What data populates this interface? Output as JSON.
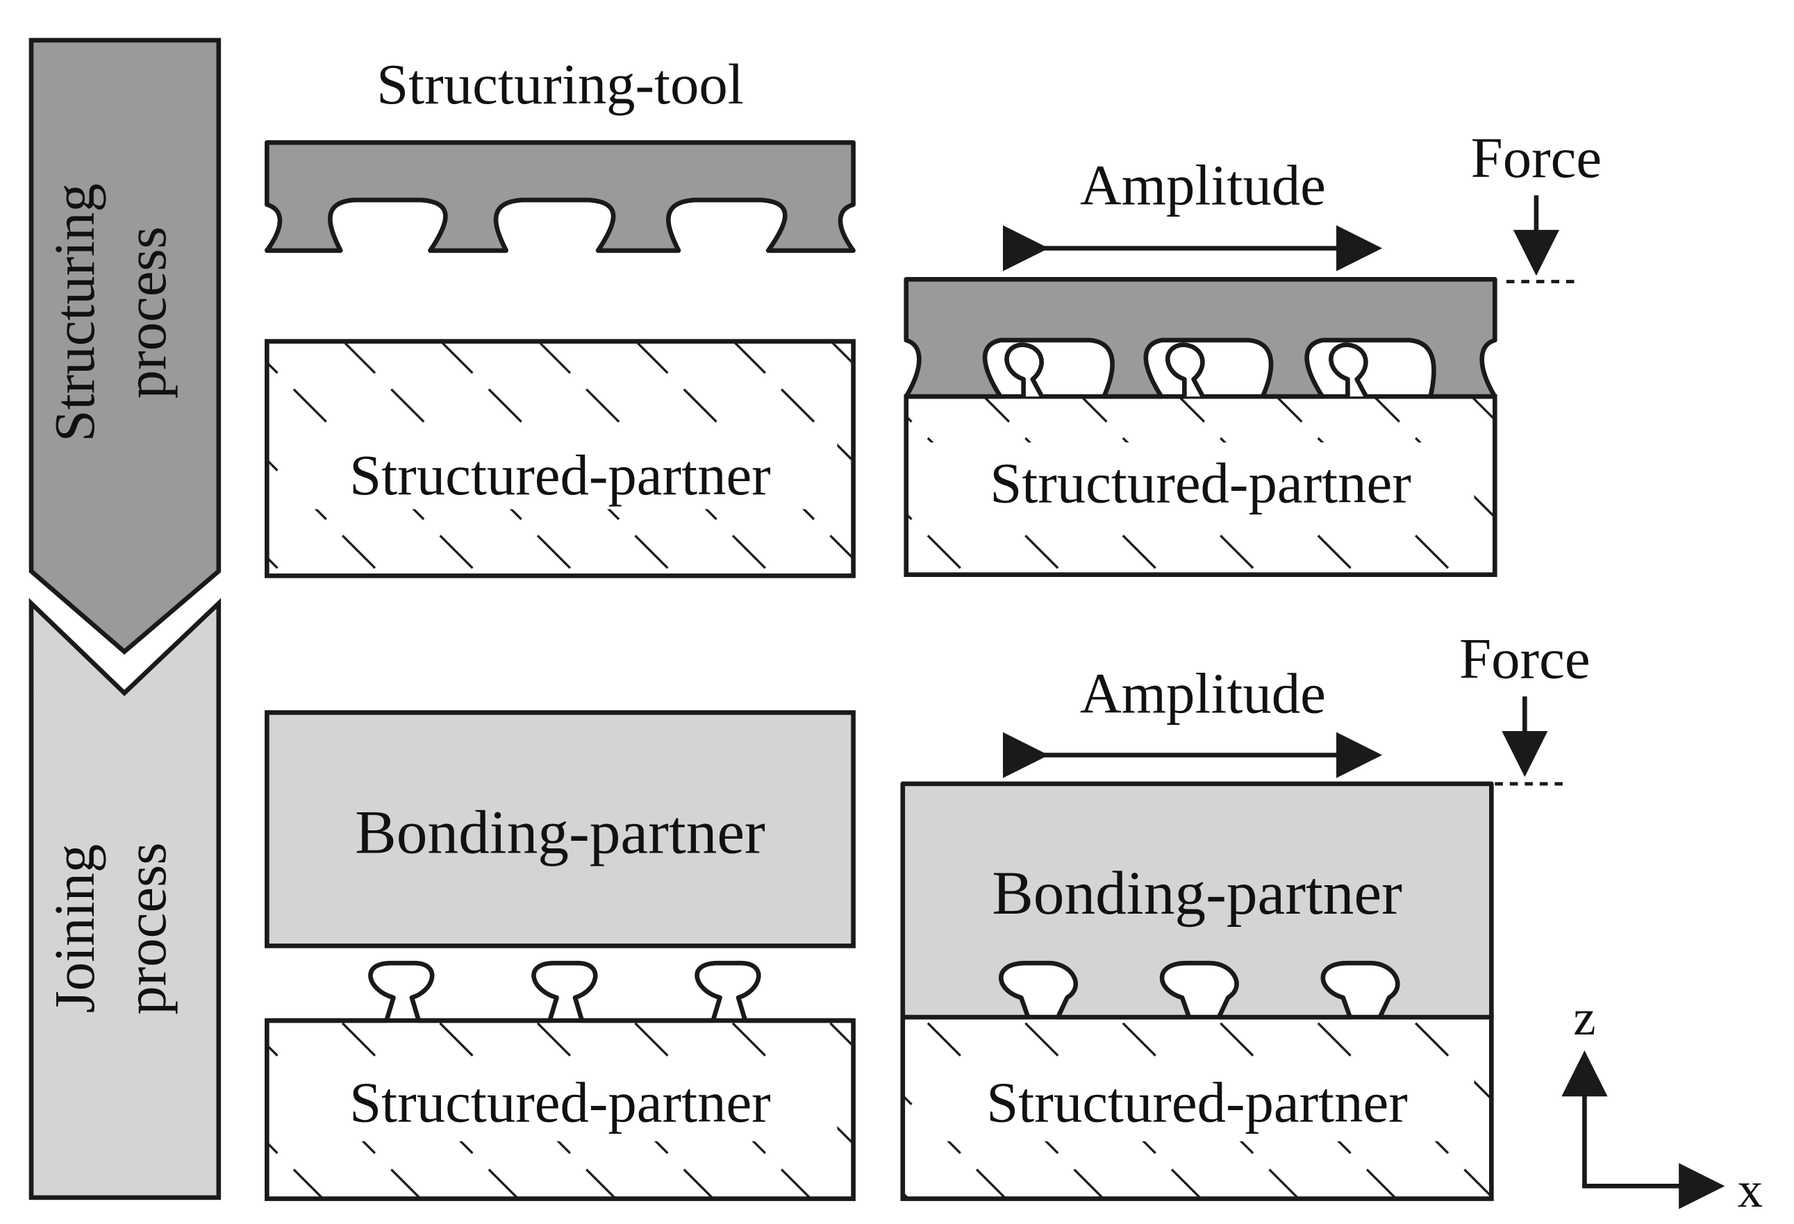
{
  "phases": {
    "structuring": "Structuring\nprocess",
    "joining": "Joining\nprocess"
  },
  "labels": {
    "structuring_tool": "Structuring-tool",
    "structured_partner": "Structured-partner",
    "bonding_partner": "Bonding-partner",
    "amplitude": "Amplitude",
    "force": "Force",
    "axis_z": "z",
    "axis_x": "x"
  },
  "colors": {
    "dark_gray": "#9a9a9a",
    "light_gray": "#d4d4d4",
    "stroke": "#1a1a1a",
    "background": "#ffffff"
  },
  "icons": {
    "amplitude_arrow": "double-headed-horizontal-arrow",
    "force_arrow": "down-arrow",
    "axes": "xz-coordinate-axes"
  }
}
